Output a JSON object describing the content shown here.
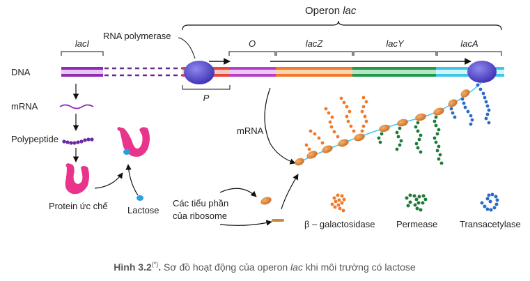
{
  "labels": {
    "operon": "Operon ",
    "operon_italic": "lac",
    "laci": "lacI",
    "rna_polymerase": "RNA polymerase",
    "operator": "O",
    "lacz": "lacZ",
    "lacy": "lacY",
    "laca": "lacA",
    "dna": "DNA",
    "promoter": "P",
    "mrna_left": "mRNA",
    "mrna_center": "mRNA",
    "polypeptide": "Polypeptide",
    "repressor": "Protein ức chế",
    "lactose": "Lactose",
    "ribosome_line1": "Các tiểu phần",
    "ribosome_line2": "của ribosome",
    "galactosidase": "β – galactosidase",
    "permease": "Permease",
    "transacetylase": "Transacetylase"
  },
  "caption": {
    "bold": "Hình 3.2",
    "sup": "(*)",
    "bold_end": ".",
    "text_before": " Sơ đồ hoạt động của operon ",
    "text_italic": "lac",
    "text_after": " khi môi trường có lactose"
  },
  "colors": {
    "laci_gene": "#8e2bb8",
    "operator_gene": "#b53fc9",
    "promoter_red": "#e8453c",
    "lacz_gene": "#f07a2a",
    "lacy_gene": "#1e9a4a",
    "laca_gene": "#3ec6e8",
    "rna_polymerase": "#5b4fd6",
    "ribosome": "#e08a3a",
    "repressor": "#e8348a",
    "lactose": "#2aa0e0",
    "galactosidase_chain": "#f07a2a",
    "permease_chain": "#1e7a3a",
    "transacetylase_chain": "#2a6ac8"
  }
}
